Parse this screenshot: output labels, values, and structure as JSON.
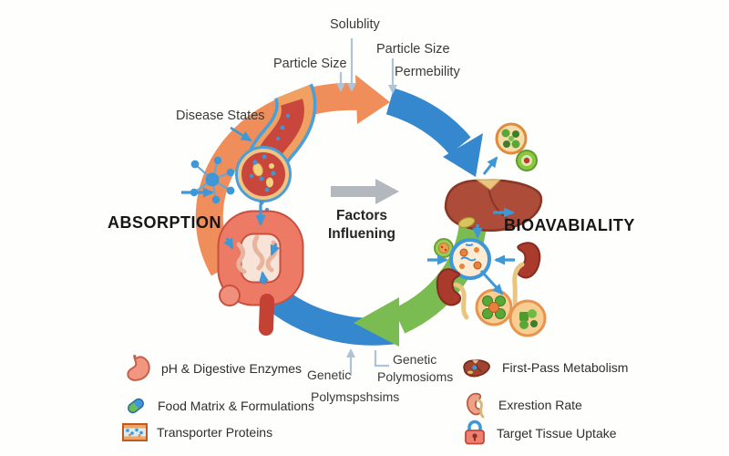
{
  "diagram": {
    "center": {
      "arrow_icon": "right-arrow-icon",
      "line1": "Factors",
      "line2": "Influening"
    },
    "stages": {
      "left": "ABSORPTION",
      "right": "BIOAVABIALITY"
    },
    "factor_labels": {
      "solubility": "Solublity",
      "particle_size_left": "Particle Size",
      "particle_size_right": "Particle Size",
      "permeability": "Permebility",
      "disease_states": "Disease States",
      "genetic_left": {
        "line1": "Genetic",
        "line2": "Polymspshsims"
      },
      "genetic_right": {
        "line1": "Genetic",
        "line2": "Polymosioms"
      }
    }
  },
  "legend": {
    "left": [
      {
        "icon": "stomach-icon",
        "label": "pH & Digestive Enzymes"
      },
      {
        "icon": "capsule-icon",
        "label": "Food Matrix & Formulations"
      },
      {
        "icon": "transporter-proteins-icon",
        "label": "Transporter Proteins"
      }
    ],
    "right": [
      {
        "icon": "liver-icon",
        "label": "First-Pass Metabolism"
      },
      {
        "icon": "kidney-icon",
        "label": "Exrestion Rate"
      },
      {
        "icon": "padlock-icon",
        "label": "Target Tissue Uptake"
      }
    ]
  },
  "colors": {
    "absorption_arc": "#EF8E5A",
    "distribution_arc": "#3688CE",
    "metabolism_arc": "#7BBC52",
    "center_arrow": "#B2B8BD",
    "pointer_blue": "#3E97D6",
    "label_arrow": "#AFC3D6",
    "label_text": "#3A3A3A",
    "heading_text": "#161616"
  }
}
